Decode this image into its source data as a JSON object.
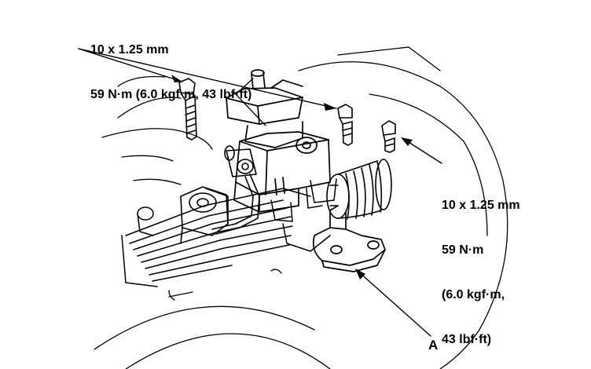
{
  "spec_top": {
    "line1": "10 x 1.25 mm",
    "line2": "59 N·m (6.0 kgf·m, 43 lbf·ft)"
  },
  "spec_right": {
    "line1": "10 x 1.25 mm",
    "line2": "59 N·m",
    "line3": "(6.0 kgf·m,",
    "line4": "43 lbf·ft)"
  },
  "callout": {
    "label": "A"
  }
}
